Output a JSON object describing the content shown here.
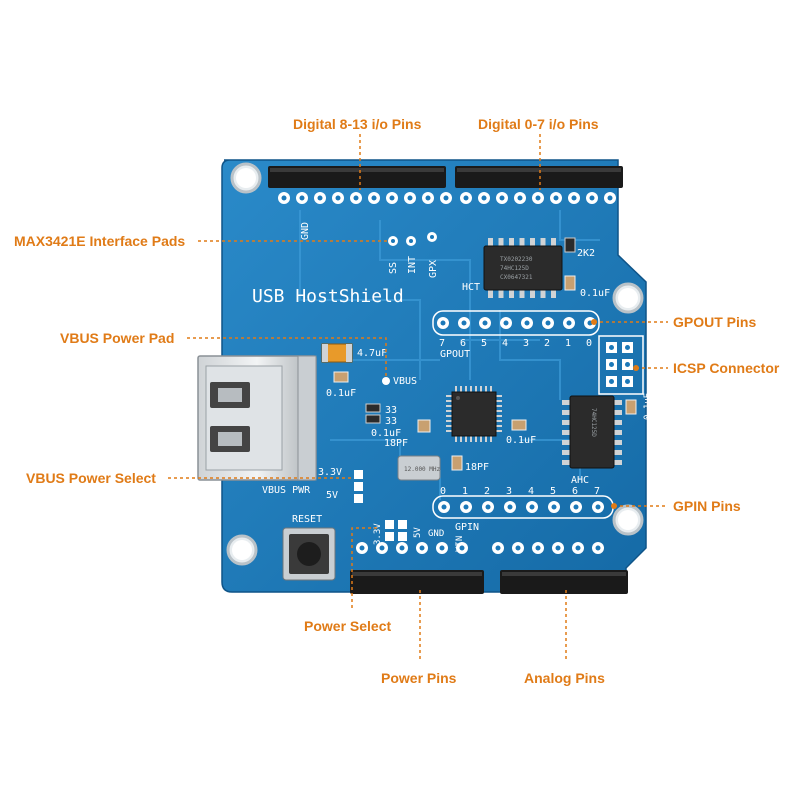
{
  "board": {
    "title": "USB HostShield",
    "colors": {
      "pcb": "#1b78b8",
      "silk": "#ffffff",
      "callout": "#e07b17",
      "header": "#1a1a1a"
    }
  },
  "callouts": {
    "digital_8_13": "Digital 8-13 i/o Pins",
    "digital_0_7": "Digital 0-7 i/o Pins",
    "max3421e": "MAX3421E Interface Pads",
    "vbus_pad": "VBUS Power Pad",
    "vbus_select": "VBUS Power Select",
    "gpout": "GPOUT Pins",
    "icsp": "ICSP Connector",
    "gpin": "GPIN Pins",
    "power_select": "Power Select",
    "power_pins": "Power Pins",
    "analog_pins": "Analog Pins"
  },
  "silkscreen": {
    "gnd_top": "GND",
    "ss": "SS",
    "int": "INT",
    "gpx": "GPX",
    "ic1_top": "TX0202230",
    "ic1_mid": "74HC125D",
    "ic1_bot": "CX0647321",
    "r_2k2": "2K2",
    "hct": "HCT",
    "cap_01uf_top": "0.1uF",
    "gpout_label": "GPOUT",
    "gpout_nums": [
      "7",
      "6",
      "5",
      "4",
      "3",
      "2",
      "1",
      "0"
    ],
    "cap_47uf": "4.7uF",
    "vbus": "VBUS",
    "cap_01uf_left": "0.1uF",
    "r33a": "33",
    "r33b": "33",
    "cap_01uf_mid": "0.1uF",
    "cap_18pf_a": "18PF",
    "cap_01uf_mcu": "0.1uF",
    "crystal": "12.000 MHz",
    "cap_18pf_b": "18PF",
    "ahc": "AHC",
    "ic2_text": "74HC125D",
    "cap_01uf_right": "0.1uF",
    "v33": "3.3V",
    "vbus_pwr": "VBUS PWR",
    "v5": "5V",
    "gpin_nums": [
      "0",
      "1",
      "2",
      "3",
      "4",
      "5",
      "6",
      "7"
    ],
    "gpin_label": "GPIN",
    "reset": "RESET",
    "pwr_33": "3.3V",
    "pwr_5": "5V",
    "pwr_gnd": "GND",
    "vin": "VIN"
  }
}
